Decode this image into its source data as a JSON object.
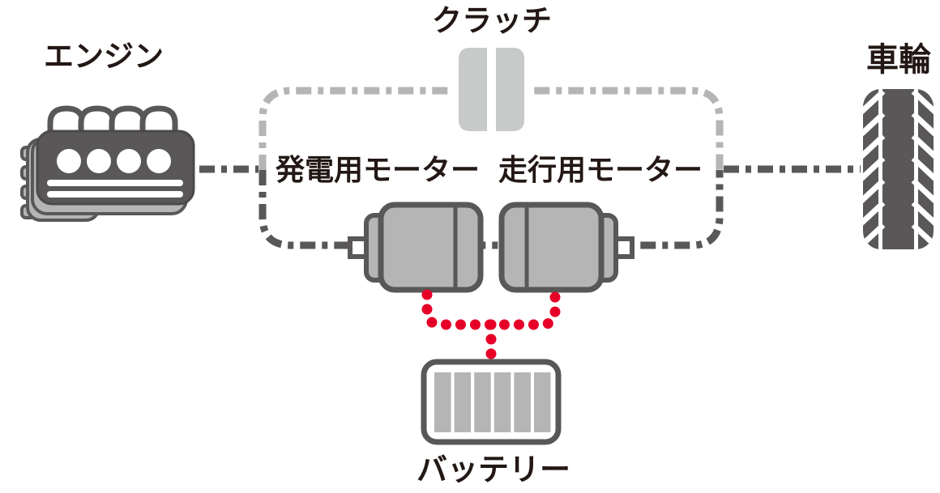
{
  "diagram": {
    "background": "#ffffff",
    "nodes": {
      "engine": {
        "label": "エンジン",
        "icon": "engine-icon"
      },
      "clutch": {
        "label": "クラッチ",
        "icon": "clutch-icon"
      },
      "wheel": {
        "label": "車輪",
        "icon": "wheel-icon"
      },
      "generator_motor": {
        "label": "発電用モーター",
        "icon": "motor-icon"
      },
      "drive_motor": {
        "label": "走行用モーター",
        "icon": "motor-icon"
      },
      "battery": {
        "label": "バッテリー",
        "icon": "battery-icon"
      }
    },
    "colors": {
      "dark_gray": "#595757",
      "light_gray": "#b5b5b6",
      "clutch_gray": "#c8c9c9",
      "signal_red": "#e60028",
      "text": "#231815"
    },
    "connections": [
      {
        "from": "engine",
        "to": "generator_motor",
        "style": "dash-dot",
        "color": "#595757",
        "type": "mechanical"
      },
      {
        "from": "generator_motor",
        "to": "drive_motor",
        "via": "clutch",
        "style": "dash-dot",
        "color": "#b5b5b6",
        "type": "mechanical"
      },
      {
        "from": "drive_motor",
        "to": "wheel",
        "style": "dash-dot",
        "color": "#595757",
        "type": "mechanical"
      },
      {
        "from": "generator_motor",
        "to": "battery",
        "style": "dotted",
        "color": "#e60028",
        "type": "electrical"
      },
      {
        "from": "drive_motor",
        "to": "battery",
        "style": "dotted",
        "color": "#e60028",
        "type": "electrical"
      }
    ]
  }
}
